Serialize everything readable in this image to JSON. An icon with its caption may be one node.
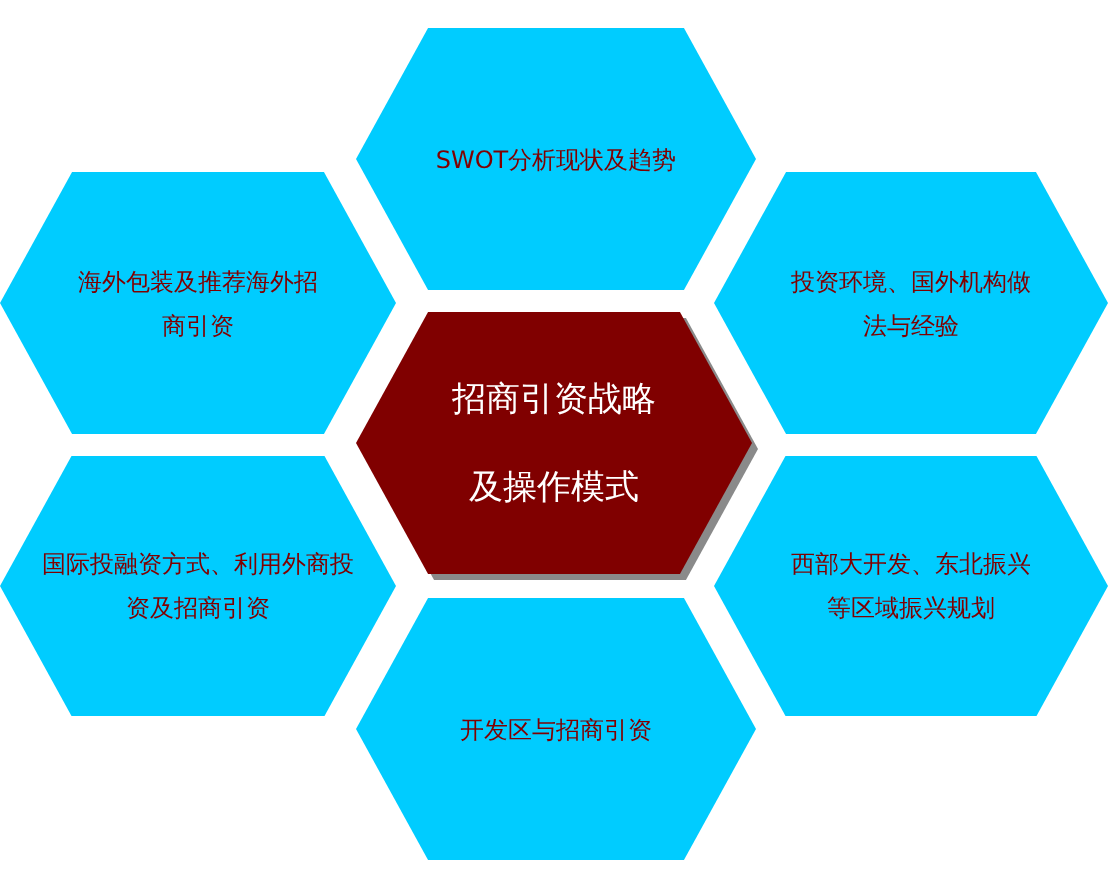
{
  "diagram": {
    "nodes": [
      {
        "text": [
          "SWOT分析现状及趋势"
        ]
      },
      {
        "text": [
          "海外包装及推荐海外招商引资"
        ]
      },
      {
        "text": [
          "投资环境、国外机构做法与经验"
        ]
      },
      {
        "text": [
          "招商引资战略及操作模式"
        ]
      },
      {
        "text": [
          "国际投融资方式、利用外商投资及招商引资"
        ]
      },
      {
        "text": [
          "西部大开发、东北振兴等区域振兴规划"
        ]
      },
      {
        "text": [
          "开发区与招商引资"
        ]
      }
    ]
  }
}
